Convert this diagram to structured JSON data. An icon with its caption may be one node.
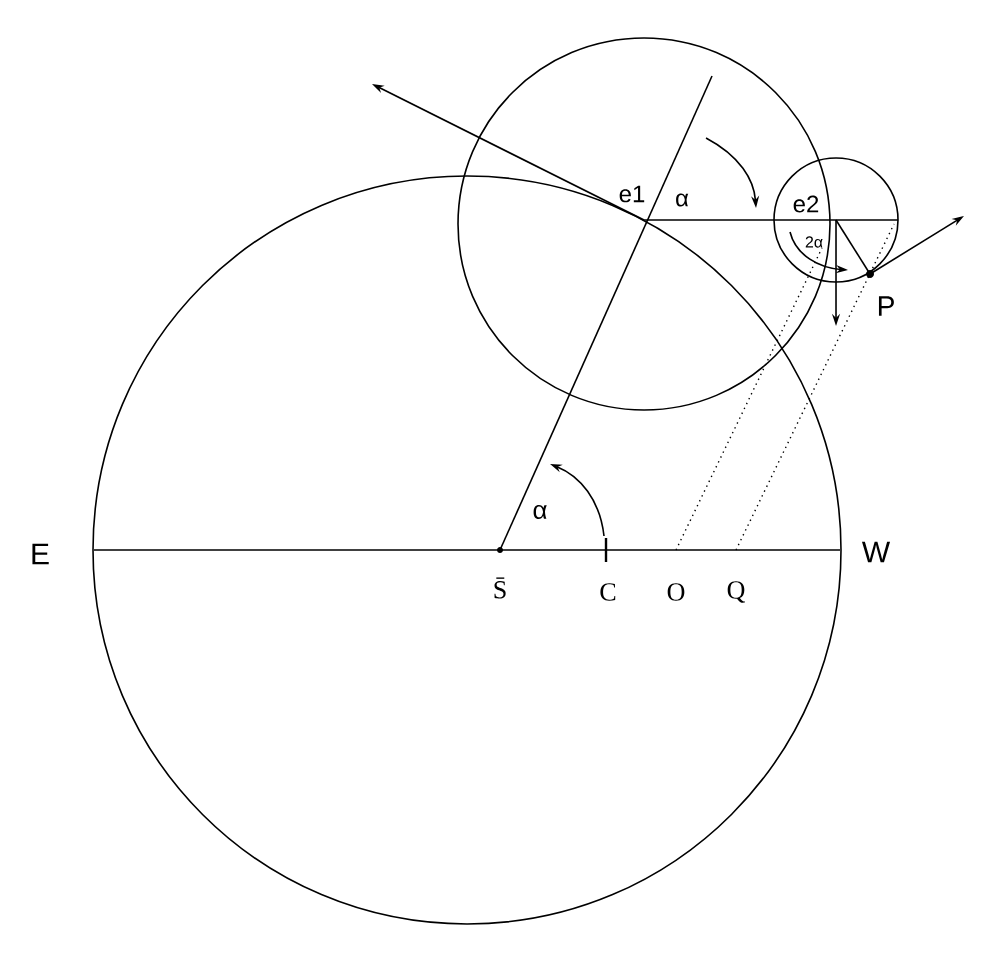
{
  "diagram": {
    "labels": [
      "e1",
      "α",
      "e2",
      "2α",
      "P",
      "E",
      "S̄",
      "C",
      "O",
      "Q",
      "W",
      "α"
    ]
  }
}
